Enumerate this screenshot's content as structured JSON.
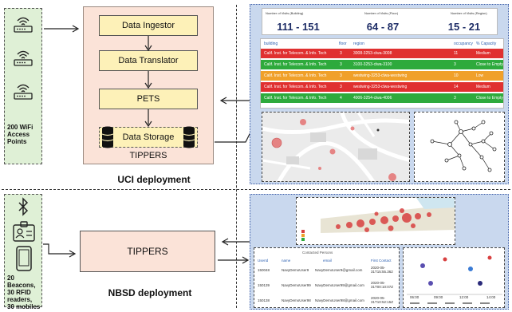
{
  "uci": {
    "devices_label": [
      "200 WiFi",
      "Access",
      "Points"
    ],
    "blocks": {
      "ingestor": "Data Ingestor",
      "translator": "Data Translator",
      "pets": "PETS",
      "storage": "Data Storage"
    },
    "tippers_label": "TIPPERS",
    "caption": "UCI deployment",
    "kpis": [
      {
        "title": "Number of Visits (Building)",
        "value": "111 - 151"
      },
      {
        "title": "Number of Visits (Floor)",
        "value": "64 - 87"
      },
      {
        "title": "Number of Visits (Region)",
        "value": "15 - 21"
      }
    ],
    "table": {
      "headers": [
        "building",
        "floor",
        "region",
        "occupancy",
        "% Capacity"
      ],
      "rows": [
        {
          "building": "Calif. Inst. for Telecom. & Info. Tech",
          "floor": "3",
          "region": "3008-3253-clwa-3008",
          "occupancy": "11",
          "capacity": "Medium"
        },
        {
          "building": "Calif. Inst. for Telecom. & Info. Tech",
          "floor": "3",
          "region": "3100-3253-clwa-3100",
          "occupancy": "3",
          "capacity": "Close to Empty"
        },
        {
          "building": "Calif. Inst. for Telecom. & Info. Tech",
          "floor": "3",
          "region": "westwing-3253-clwa-westwing",
          "occupancy": "10",
          "capacity": "Low"
        },
        {
          "building": "Calif. Inst. for Telecom. & Info. Tech",
          "floor": "3",
          "region": "westwing-3253-clwa-westwing",
          "occupancy": "14",
          "capacity": "Medium"
        },
        {
          "building": "Calif. Inst. for Telecom. & Info. Tech",
          "floor": "4",
          "region": "4006-3254-clwa-4006",
          "occupancy": "3",
          "capacity": "Close to Empty"
        }
      ]
    }
  },
  "nbsd": {
    "devices_label": [
      "20 Beacons,",
      "30 RFID",
      "readers,",
      "30 mobiles"
    ],
    "tippers_label": "TIPPERS",
    "caption": "NBSD deployment",
    "contacts": {
      "title": "Contacted Persons",
      "headers": [
        "UserId",
        "name",
        "email",
        "First Contact"
      ],
      "rows": [
        {
          "id": "150048",
          "name": "NavyDemoUser9",
          "email": "NavyDemoUser9@gmail.com",
          "first": "2020-05-31T15:55.362"
        },
        {
          "id": "150139",
          "name": "NavyDemoUser99",
          "email": "NavyDemoUser99@gmail.com",
          "first": "2020-05-31T00:10:07Z"
        },
        {
          "id": "150138",
          "name": "NavyDemoUser98",
          "email": "NavyDemoUser98@gmail.com",
          "first": "2020-05-31T10:52:15Z"
        }
      ]
    },
    "timeline_ticks": [
      "06:00",
      "09:00",
      "12:00",
      "14:00"
    ]
  },
  "colors": {
    "red_row": "#e03030",
    "green_row": "#2eaa3c",
    "orange_row": "#f0a02a",
    "device_bg": "#dff0d6",
    "panel_bg": "#fbe3d8",
    "block_bg": "#fdf1b8",
    "dashboard_bg": "#c9d8ee"
  }
}
